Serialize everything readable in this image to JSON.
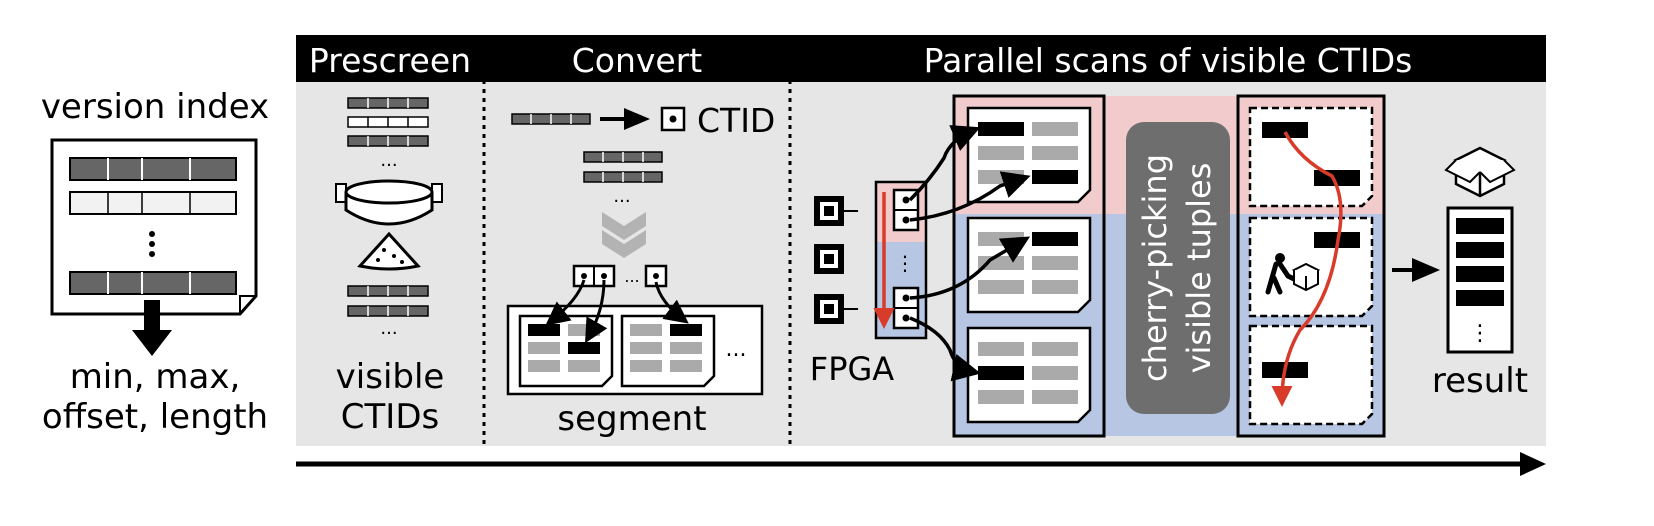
{
  "left": {
    "title": "version index",
    "output_line1": "min, max,",
    "output_line2": "offset, length"
  },
  "stages": {
    "prescreen": "Prescreen",
    "convert": "Convert",
    "parallel": "Parallel scans of visible CTIDs"
  },
  "prescreen": {
    "caption_line1": "visible",
    "caption_line2": "CTIDs",
    "ellipsis": "..."
  },
  "convert": {
    "ctid_label": "CTID",
    "segment_label": "segment",
    "ellipsis": "..."
  },
  "parallel": {
    "fpga_label": "FPGA",
    "cherry_line1": "cherry-picking",
    "cherry_line2": "visible tuples",
    "result_label": "result",
    "ellipsis": "⋮"
  },
  "colors": {
    "header_bg": "#000000",
    "panel_bg": "#e6e6e6",
    "pink_zone": "#f2cccc",
    "blue_zone": "#b7c6e3",
    "red_arrow": "#d93b2b",
    "dark_bar": "#666666",
    "cherry_bg": "#6e6e6e"
  }
}
